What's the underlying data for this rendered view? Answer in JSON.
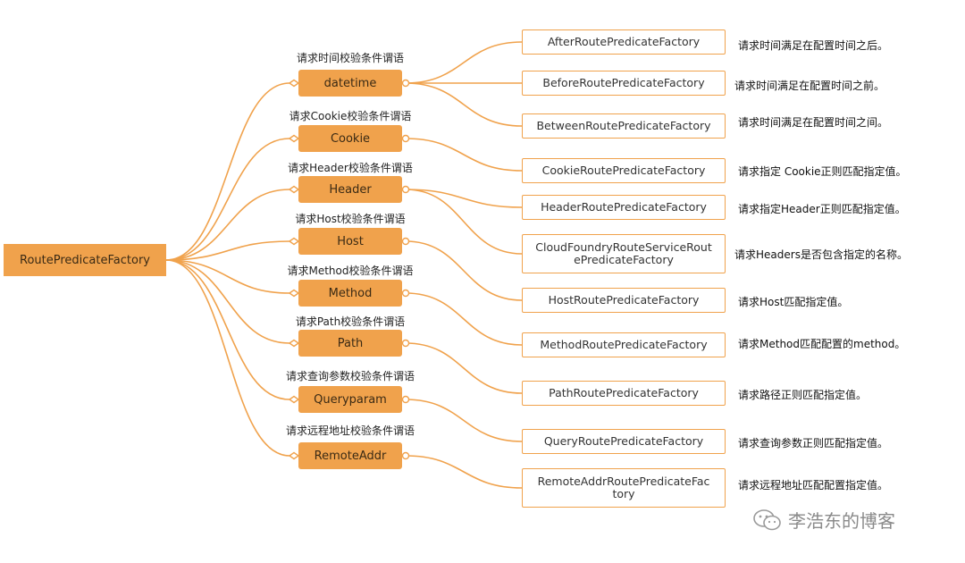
{
  "root": "RoutePredicateFactory",
  "categories": [
    {
      "caption": "请求时间校验条件谓语",
      "label": "datetime"
    },
    {
      "caption": "请求Cookie校验条件谓语",
      "label": "Cookie"
    },
    {
      "caption": "请求Header校验条件谓语",
      "label": "Header"
    },
    {
      "caption": "请求Host校验条件谓语",
      "label": "Host"
    },
    {
      "caption": "请求Method校验条件谓语",
      "label": "Method"
    },
    {
      "caption": "请求Path校验条件谓语",
      "label": "Path"
    },
    {
      "caption": "请求查询参数校验条件谓语",
      "label": "Queryparam"
    },
    {
      "caption": "请求远程地址校验条件谓语",
      "label": "RemoteAddr"
    }
  ],
  "factories": [
    {
      "name": "AfterRoutePredicateFactory",
      "description": "请求时间满足在配置时间之后。"
    },
    {
      "name": "BeforeRoutePredicateFactory",
      "description": "请求时间满足在配置时间之前。"
    },
    {
      "name": "BetweenRoutePredicateFactory",
      "description": "请求时间满足在配置时间之间。"
    },
    {
      "name": "CookieRoutePredicateFactory",
      "description": "请求指定 Cookie正则匹配指定值。"
    },
    {
      "name": "HeaderRoutePredicateFactory",
      "description": "请求指定Header正则匹配指定值。"
    },
    {
      "name": "CloudFoundryRouteServiceRoutePredicateFactory",
      "display": "CloudFoundryRouteServiceRout\nePredicateFactory",
      "description": "请求Headers是否包含指定的名称。"
    },
    {
      "name": "HostRoutePredicateFactory",
      "description": "请求Host匹配指定值。"
    },
    {
      "name": "MethodRoutePredicateFactory",
      "description": "请求Method匹配配置的method。"
    },
    {
      "name": "PathRoutePredicateFactory",
      "description": "请求路径正则匹配指定值。"
    },
    {
      "name": "QueryRoutePredicateFactory",
      "description": "请求查询参数正则匹配指定值。"
    },
    {
      "name": "RemoteAddrRoutePredicateFactory",
      "display": "RemoteAddrRoutePredicateFac\ntory",
      "description": "请求远程地址匹配配置指定值。"
    }
  ],
  "watermark": "李浩东的博客",
  "colors": {
    "accent": "#f0a24c",
    "line": "#f0a24c"
  }
}
